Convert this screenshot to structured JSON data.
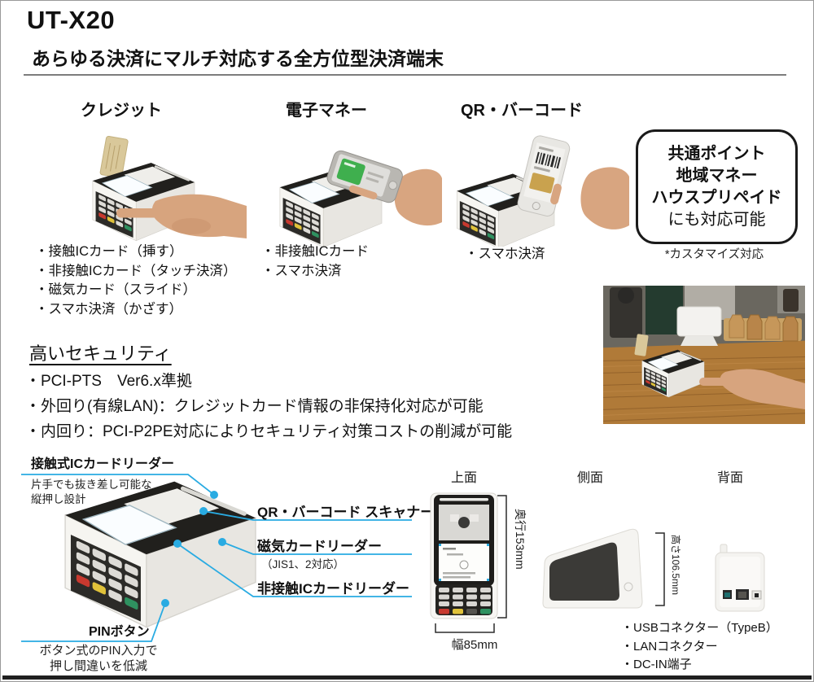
{
  "page": {
    "title": "UT-X20",
    "subtitle": "あらゆる決済にマルチ対応する全方位型決済端末"
  },
  "payment_methods": {
    "credit": {
      "label": "クレジット",
      "items": [
        "・接触ICカード（挿す）",
        "・非接触ICカード（タッチ決済）",
        "・磁気カード（スライド）",
        "・スマホ決済（かざす）"
      ]
    },
    "emoney": {
      "label": "電子マネー",
      "items": [
        "・非接触ICカード",
        "・スマホ決済"
      ]
    },
    "qr": {
      "label": "QR・バーコード",
      "items": [
        "・スマホ決済"
      ]
    }
  },
  "support_box": {
    "line1": "共通ポイント",
    "line2": "地域マネー",
    "line3": "ハウスプリペイド",
    "line4": "にも対応可能",
    "note": "*カスタマイズ対応"
  },
  "security": {
    "heading": "高いセキュリティ",
    "items": [
      "・PCI-PTS　Ver6.x準拠",
      "・外回り(有線LAN)：クレジットカード情報の非保持化対応が可能",
      "・内回り：PCI-P2PE対応によりセキュリティ対策コストの削減が可能"
    ]
  },
  "diagram": {
    "contact_reader": {
      "title": "接触式ICカードリーダー",
      "note1": "片手でも抜き差し可能な",
      "note2": "縦押し設計"
    },
    "qr_scanner": {
      "title": "QR・バーコード スキャナー"
    },
    "mag_reader": {
      "title": "磁気カードリーダー",
      "note": "（JIS1、2対応）"
    },
    "contactless_reader": {
      "title": "非接触ICカードリーダー"
    },
    "pin": {
      "title": "PINボタン",
      "note1": "ボタン式のPIN入力で",
      "note2": "押し間違いを低減"
    }
  },
  "views": {
    "top_label": "上面",
    "side_label": "側面",
    "back_label": "背面",
    "depth": "奥行153mm",
    "width": "幅85mm",
    "height": "高さ106.5mm",
    "connectors": [
      "・USBコネクター（TypeB）",
      "・LANコネクター",
      "・DC-IN端子"
    ]
  },
  "colors": {
    "accent_callout": "#29abe2",
    "key_red": "#c8392f",
    "key_yellow": "#e0c23a",
    "key_green": "#2f9160"
  }
}
